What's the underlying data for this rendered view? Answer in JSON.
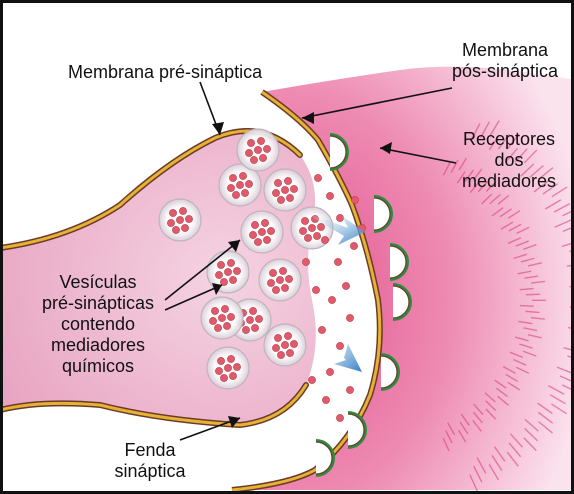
{
  "labels": {
    "pre_membrane": "Membrana pré-sináptica",
    "post_membrane_1": "Membrana",
    "post_membrane_2": "pós-sináptica",
    "receptors_1": "Receptores",
    "receptors_2": "dos",
    "receptors_3": "mediadores",
    "vesicles_1": "Vesículas",
    "vesicles_2": "pré-sinápticas",
    "vesicles_3": "contendo",
    "vesicles_4": "mediadores",
    "vesicles_5": "químicos",
    "cleft_1": "Fenda",
    "cleft_2": "sináptica"
  },
  "colors": {
    "frame": "#111111",
    "presynaptic_fill": "#efb6cf",
    "postsynaptic_fill": "#e46a9c",
    "membrane_outer": "#6b3a2a",
    "membrane_inner": "#e5b233",
    "receptor": "#2e8a3e",
    "vesicle": "#ffffff",
    "neurotransmitter": "#e05a6a",
    "arrow": "#3a8fd0"
  }
}
